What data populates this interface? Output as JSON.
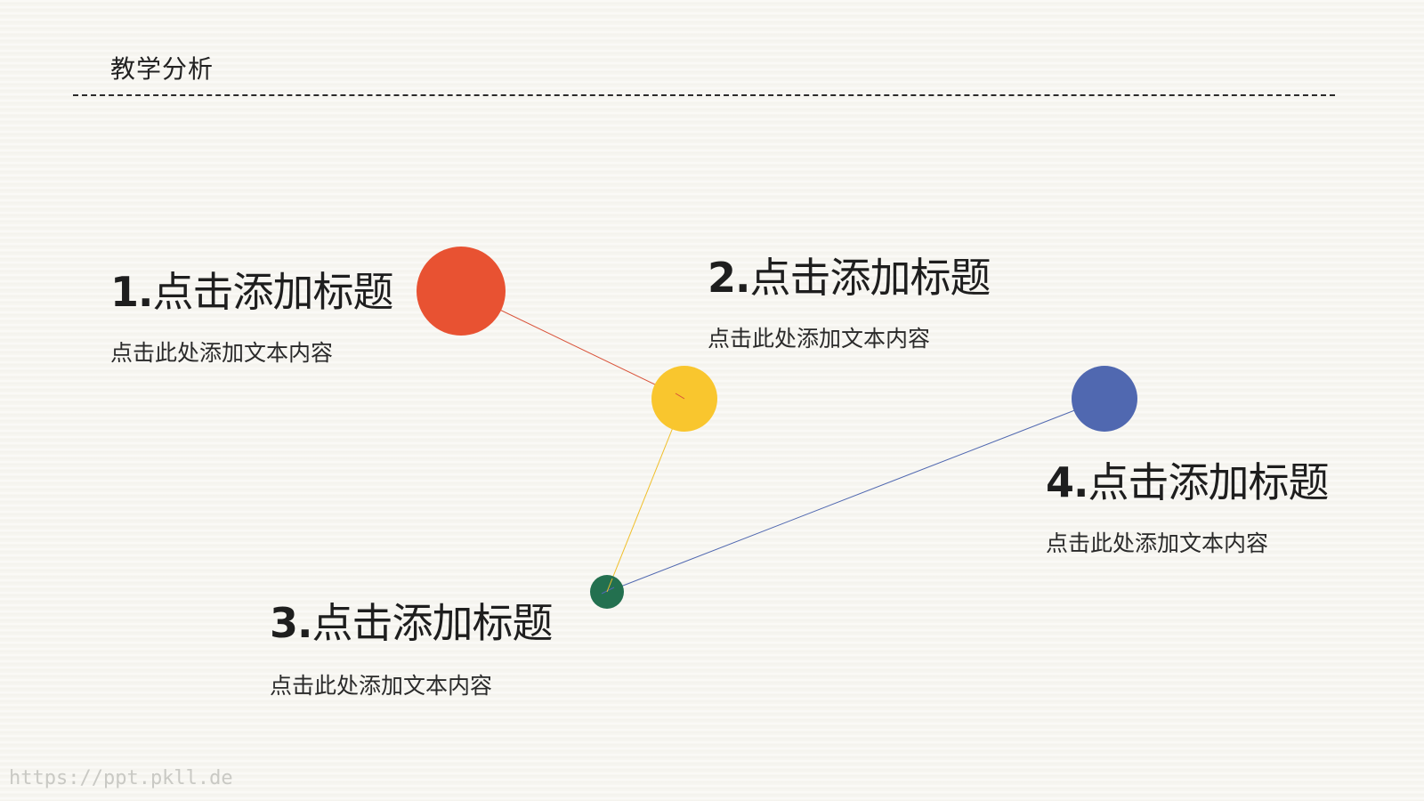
{
  "slide": {
    "title": "教学分析",
    "watermark": "https://ppt.pkll.de"
  },
  "items": [
    {
      "number": "1.",
      "title": "点击添加标题",
      "description": "点击此处添加文本内容",
      "color": "#e85232"
    },
    {
      "number": "2.",
      "title": "点击添加标题",
      "description": "点击此处添加文本内容",
      "color": "#f9c62e"
    },
    {
      "number": "3.",
      "title": "点击添加标题",
      "description": "点击此处添加文本内容",
      "color": "#23704f"
    },
    {
      "number": "4.",
      "title": "点击添加标题",
      "description": "点击此处添加文本内容",
      "color": "#5068b0"
    }
  ],
  "colors": {
    "red": "#e85232",
    "yellow": "#f9c62e",
    "green": "#23704f",
    "blue": "#5068b0",
    "text": "#1e1e1e",
    "background": "#f7f6f1"
  }
}
